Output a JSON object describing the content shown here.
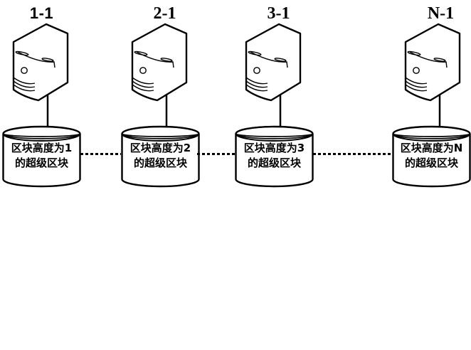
{
  "diagram": {
    "background_color": "#ffffff",
    "line_color": "#000000",
    "icons": {
      "node": "server-tower-icon",
      "storage": "database-cylinder-icon"
    },
    "nodes": [
      {
        "id": "1-1",
        "label": "1-1",
        "block_text_line1": "区块高度为1",
        "block_text_line2": "的超级区块"
      },
      {
        "id": "2-1",
        "label": "2-1",
        "block_text_line1": "区块高度为2",
        "block_text_line2": "的超级区块"
      },
      {
        "id": "3-1",
        "label": "3-1",
        "block_text_line1": "区块高度为3",
        "block_text_line2": "的超级区块"
      },
      {
        "id": "N-1",
        "label": "N-1",
        "block_text_line1": "区块高度为N",
        "block_text_line2": "的超级区块"
      }
    ],
    "links": [
      {
        "from": "1-1",
        "to": "2-1",
        "style": "dotted"
      },
      {
        "from": "2-1",
        "to": "3-1",
        "style": "dotted"
      },
      {
        "from": "3-1",
        "to": "N-1",
        "style": "dotted"
      }
    ]
  }
}
